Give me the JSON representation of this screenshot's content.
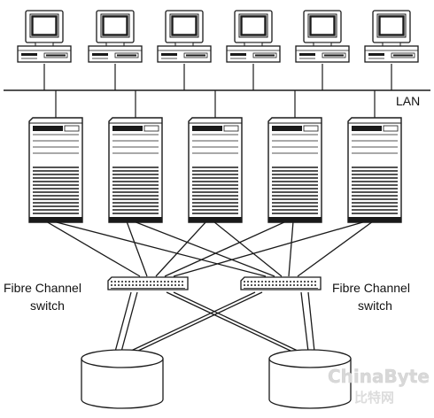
{
  "diagram": {
    "lan_label": "LAN",
    "switch_left": {
      "line1": "Fibre Channel",
      "line2": "switch"
    },
    "switch_right": {
      "line1": "Fibre Channel",
      "line2": "switch"
    },
    "watermark": {
      "main": "ChinaByte",
      "sub": "比特网"
    },
    "counts": {
      "workstations": 6,
      "servers": 5,
      "fc_switches": 2,
      "storage_arrays": 2
    },
    "colors": {
      "stroke": "#1a1a1a",
      "fill": "#ffffff",
      "watermark": "#d8d8d8"
    }
  }
}
